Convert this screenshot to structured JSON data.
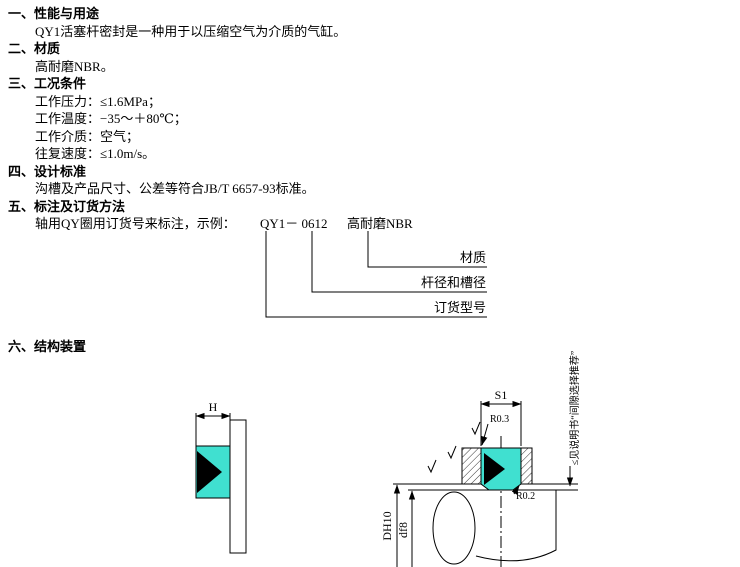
{
  "sections": [
    {
      "heading": "一、性能与用途",
      "body": [
        "QY1活塞杆密封是一种用于以压缩空气为介质的气缸。"
      ]
    },
    {
      "heading": "二、材质",
      "body": [
        "高耐磨NBR。"
      ]
    },
    {
      "heading": "三、工况条件",
      "body": [
        "工作压力：≤1.6MPa；",
        "工作温度：−35～＋80℃；",
        "工作介质：空气；",
        "往复速度：≤1.0m/s。"
      ]
    },
    {
      "heading": "四、设计标准",
      "body": [
        "沟槽及产品尺寸、公差等符合JB/T 6657-93标准。"
      ]
    },
    {
      "heading": "五、标注及订货方法",
      "body": []
    },
    {
      "heading": "六、结构装置",
      "body": []
    }
  ],
  "ordering": {
    "prefix": "轴用QY圈用订货号来标注，示例：",
    "code": "QY1－ 0612",
    "material": "高耐磨NBR",
    "callouts": {
      "material": "材质",
      "diameter": "杆径和槽径",
      "model": "订货型号"
    }
  },
  "drawings": {
    "seal_color": "#40E0D0",
    "left": {
      "height_dim": "H"
    },
    "right": {
      "width_dim": "S1",
      "radius_top": "R0.3",
      "radius_bottom": "R0.2",
      "groove_dia": "DH10",
      "rod_dia": "df8",
      "note": "≤见说明书“间隙选择推荐”"
    }
  }
}
